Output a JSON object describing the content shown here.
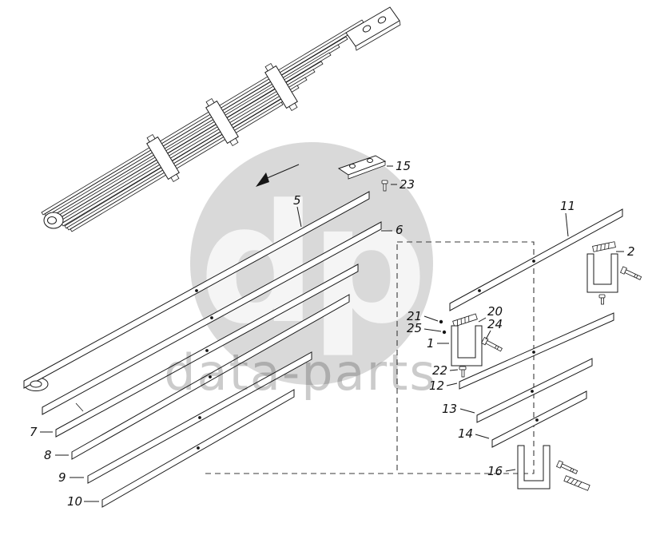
{
  "watermark": {
    "logo": "dp",
    "text": "data-parts"
  },
  "callouts": {
    "c1": "1",
    "c2": "2",
    "c5": "5",
    "c6": "6",
    "c7": "7",
    "c8": "8",
    "c9": "9",
    "c10": "10",
    "c11": "11",
    "c12": "12",
    "c13": "13",
    "c14": "14",
    "c15": "15",
    "c16": "16",
    "c20": "20",
    "c21": "21",
    "c22": "22",
    "c23": "23",
    "c24": "24",
    "c25": "25"
  }
}
